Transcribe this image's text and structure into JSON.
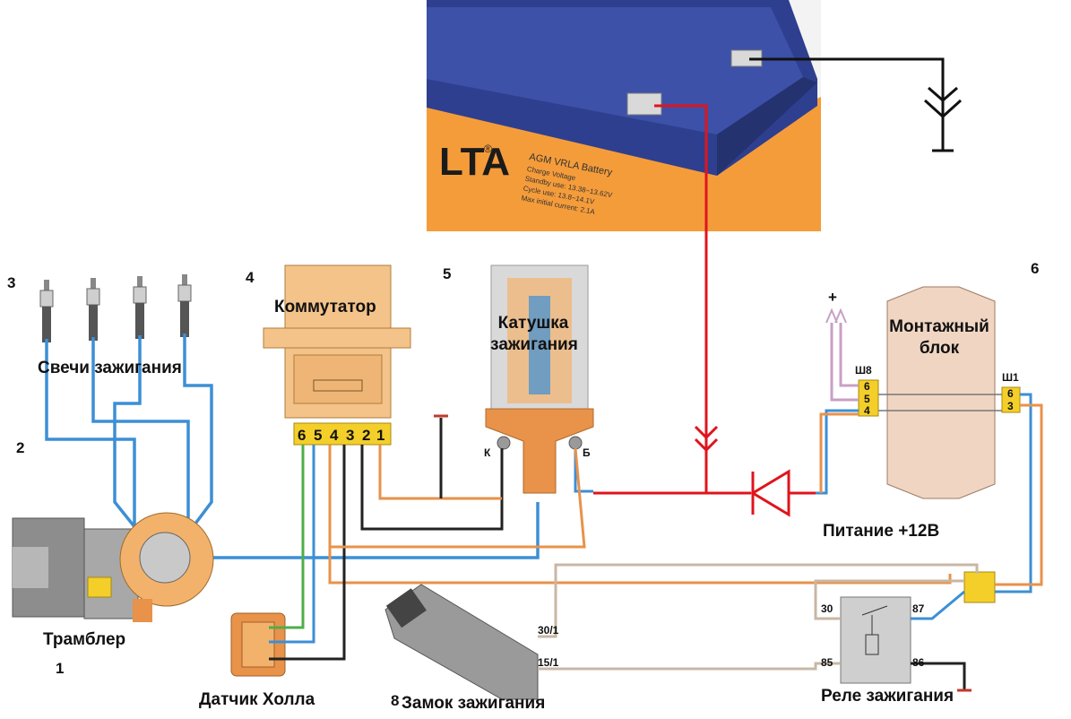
{
  "labels": {
    "spark_plugs": "Свечи зажигания",
    "commutator": "Коммутатор",
    "coil_line1": "Катушка",
    "coil_line2": "зажигания",
    "mount_line1": "Монтажный",
    "mount_line2": "блок",
    "distributor": "Трамблер",
    "hall_sensor": "Датчик Холла",
    "ignition_lock": "Замок зажигания",
    "ignition_relay": "Реле зажигания",
    "power": "Питание +12В"
  },
  "numbers": {
    "n1": "1",
    "n2": "2",
    "n3": "3",
    "n4": "4",
    "n5": "5",
    "n6": "6",
    "n8": "8"
  },
  "pins": {
    "commutator": [
      "6",
      "5",
      "4",
      "3",
      "2",
      "1"
    ],
    "sh8_label": "Ш8",
    "sh8": [
      "6",
      "5",
      "4"
    ],
    "sh1_label": "Ш1",
    "sh1": [
      "6",
      "3"
    ],
    "coil_k": "К",
    "coil_b": "Б",
    "plus": "+",
    "relay_30": "30",
    "relay_87": "87",
    "relay_85": "85",
    "relay_86": "86",
    "lock_30_1": "30/1",
    "lock_15_1": "15/1"
  },
  "battery": {
    "brand": "LTA",
    "reg": "®",
    "line1": "AGM VRLA Battery",
    "line2": "Charge Voltage",
    "line3": "Standby use: 13.38~13.62V",
    "line4": "Cycle use: 13.8~14.1V",
    "line5": "Max initial current: 2.1A"
  },
  "colors": {
    "red_wire": "#e0141c",
    "blue_wire": "#3c8fd6",
    "orange_wire": "#e8924a",
    "battery_orange": "#f59c3a",
    "battery_blue": "#2e3f8f",
    "pin_yellow": "#f4cf2a"
  }
}
